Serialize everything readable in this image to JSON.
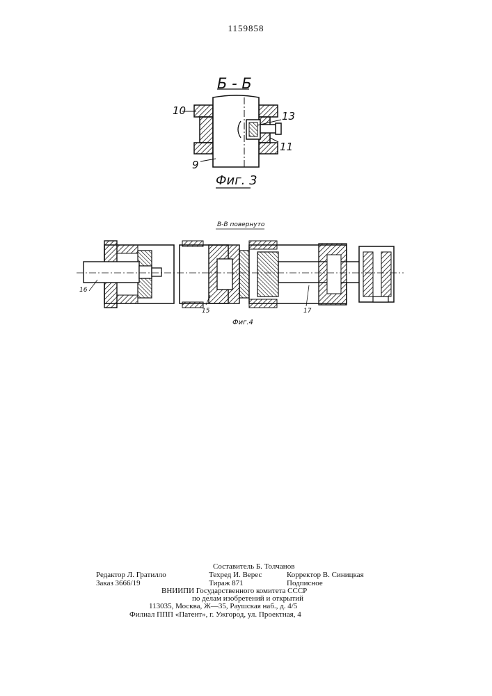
{
  "header": {
    "patent_number": "1159858"
  },
  "figure3": {
    "section_label": "Б - Б",
    "caption": "Фиг. 3",
    "part_labels": {
      "p10": "10",
      "p13": "13",
      "p11": "11",
      "p9": "9"
    }
  },
  "figure4": {
    "section_label": "В-В повернуто",
    "caption": "Фиг.4",
    "part_labels": {
      "p16": "16",
      "p15": "15",
      "p17": "17"
    }
  },
  "imprint": {
    "compiler": "Составитель Б. Толчанов",
    "editor": "Редактор Л. Гратилло",
    "tech_editor": "Техред И. Верес",
    "proofreader": "Корректор В. Синицкая",
    "order": "Заказ 3666/19",
    "circulation": "Тираж 871",
    "subscription": "Подписное",
    "org_line1": "ВНИИПИ Государственного комитета СССР",
    "org_line2": "по делам изобретений и открытий",
    "org_address": "113035, Москва, Ж—35, Раушская наб., д. 4/5",
    "branch": "Филиал ППП «Патент», г. Ужгород, ул. Проектная, 4"
  }
}
